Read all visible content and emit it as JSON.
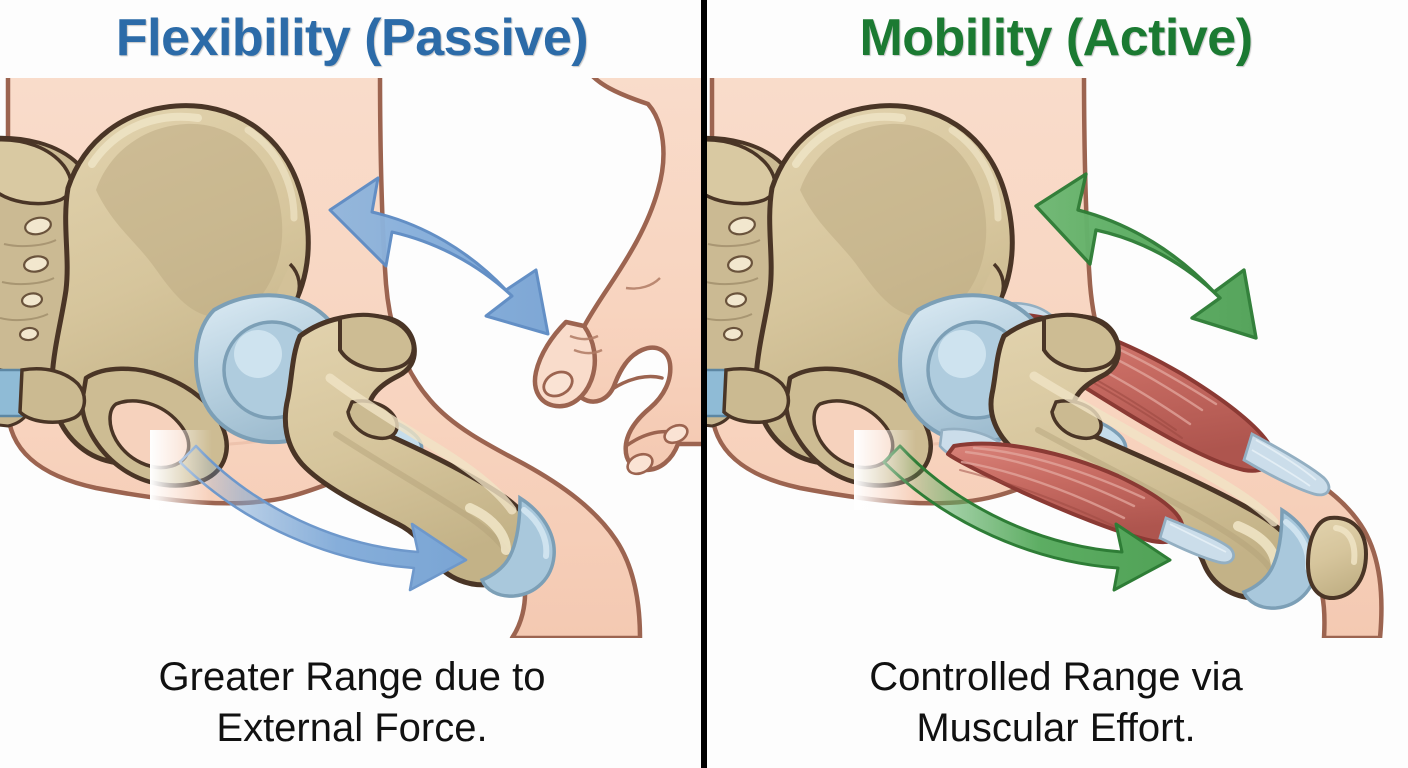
{
  "figure": {
    "kind": "anatomical-comparison-diagram",
    "subject": "hip-joint-range-of-motion",
    "panel_count": 2,
    "divider": "vertical-black-line"
  },
  "panels": [
    {
      "id": "flexibility",
      "title": "Flexibility (Passive)",
      "caption": "Greater Range due to\nExternal Force.",
      "caption_line1": "Greater Range due to",
      "caption_line2": "External Force.",
      "accent_color": "#2C6BA8",
      "arrow_color": "#7FA8D4",
      "arrow_outline": "#4E7FBA",
      "arrows": [
        {
          "name": "upper-double-arrow",
          "style": "curved-double-headed",
          "position": "above-thigh"
        },
        {
          "name": "lower-arrow",
          "style": "curved-single-headed-fading-tail",
          "position": "below-thigh"
        }
      ],
      "elements": [
        "skin-outline",
        "pelvis-bone",
        "sacrum-bone",
        "femur-bone",
        "hip-joint-cartilage",
        "knee-cartilage",
        "assisting-hand"
      ],
      "has_muscles": false,
      "has_hand": true
    },
    {
      "id": "mobility",
      "title": "Mobility (Active)",
      "caption": "Controlled Range via\nMuscular Effort.",
      "caption_line1": "Controlled Range via",
      "caption_line2": "Muscular Effort.",
      "accent_color": "#1B7A32",
      "arrow_color": "#5CAD62",
      "arrow_outline": "#2E7D36",
      "arrows": [
        {
          "name": "upper-double-arrow",
          "style": "curved-double-headed",
          "position": "above-thigh"
        },
        {
          "name": "lower-arrow",
          "style": "curved-single-headed-fading-tail",
          "position": "below-thigh"
        }
      ],
      "elements": [
        "skin-outline",
        "pelvis-bone",
        "sacrum-bone",
        "femur-bone",
        "hip-joint-cartilage",
        "knee-cartilage",
        "patella-bone",
        "quadriceps-muscle",
        "hamstring-muscle",
        "tendon"
      ],
      "has_muscles": true,
      "has_hand": false
    }
  ],
  "palette": {
    "background": "#fdfdfd",
    "skin_fill": "#F8D6C2",
    "skin_shade": "#F2C3AC",
    "skin_outline": "#9C6450",
    "bone_fill": "#D8C79E",
    "bone_shade": "#BCAB82",
    "bone_highlight": "#EADFC2",
    "bone_outline": "#4A3526",
    "cartilage_fill": "#AFCADC",
    "cartilage_light": "#D3E5F0",
    "cartilage_outline": "#7FA0B6",
    "muscle_fill": "#C76B62",
    "muscle_shade": "#A84F48",
    "muscle_outline": "#8B3A34",
    "muscle_fiber": "#DD968D",
    "tendon_fill": "#C9DCE8",
    "divider": "#000000",
    "caption_text": "#111111"
  }
}
